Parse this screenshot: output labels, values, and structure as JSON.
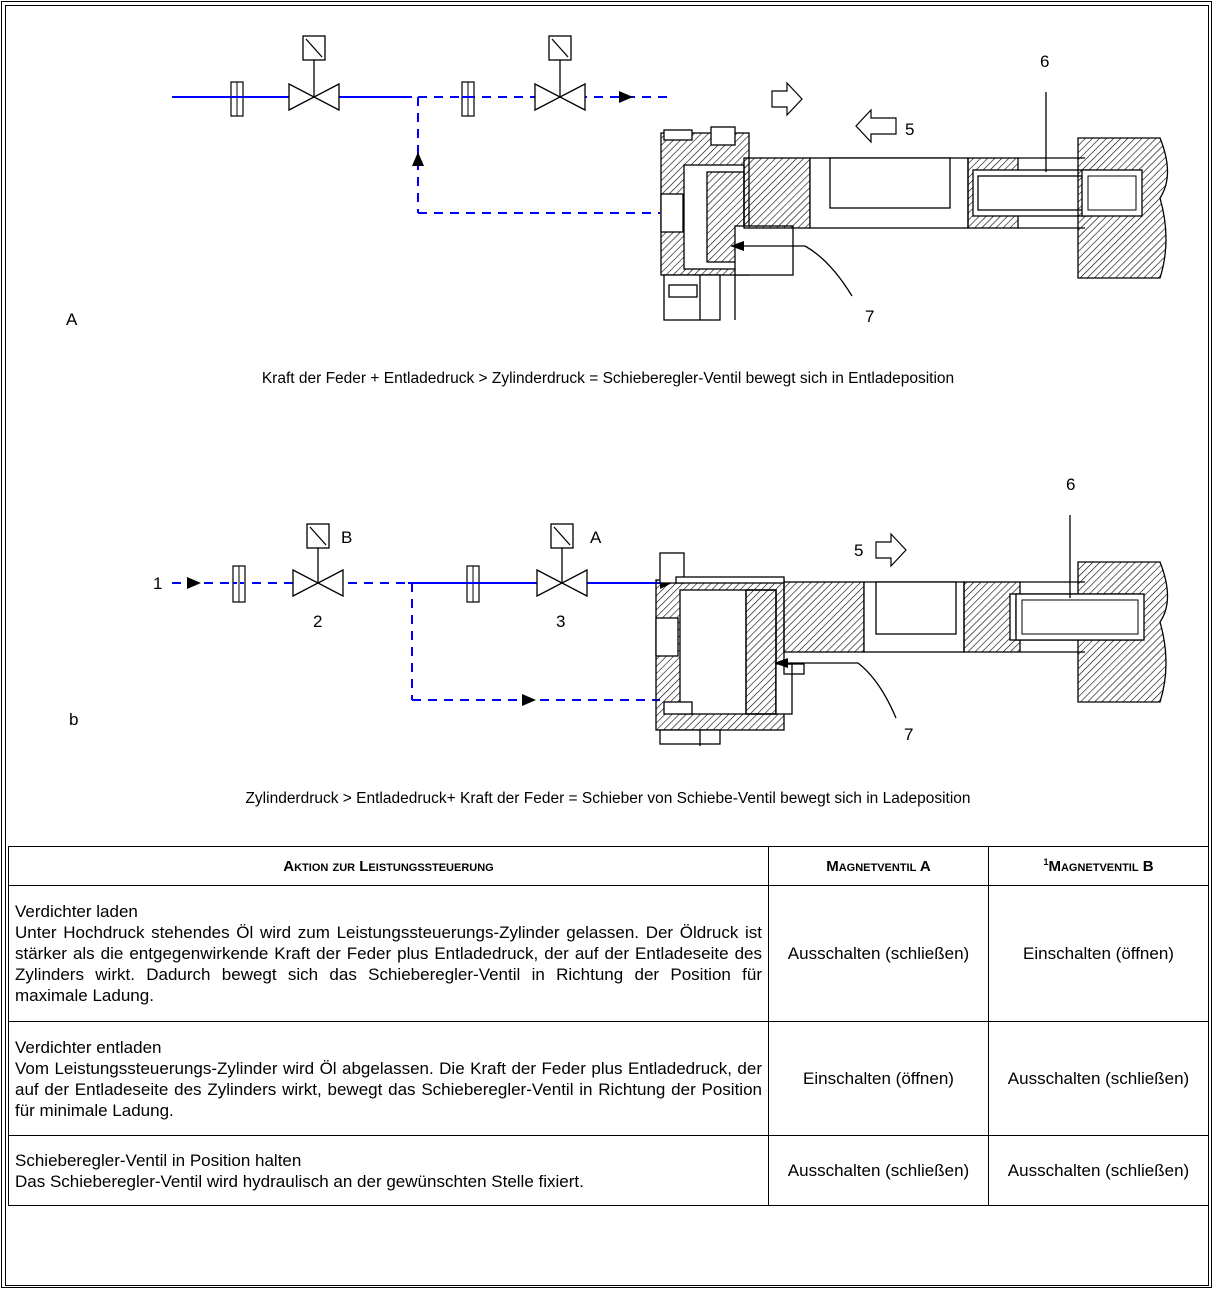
{
  "diagram_a": {
    "label": "A",
    "numbers": {
      "n5": "5",
      "n6": "6",
      "n7": "7"
    },
    "caption": "Kraft der Feder + Entladedruck > Zylinderdruck = Schieberegler-Ventil bewegt sich in Entladeposition"
  },
  "diagram_b": {
    "label": "b",
    "numbers": {
      "n1": "1",
      "n2": "2",
      "n3": "3",
      "n5": "5",
      "n6": "6",
      "n7": "7"
    },
    "valve_b": "B",
    "valve_a": "A",
    "caption": "Zylinderdruck > Entladedruck+ Kraft der Feder = Schieber von Schiebe-Ventil bewegt sich in Ladeposition"
  },
  "colors": {
    "line": "#0000ff",
    "stroke": "#000000"
  },
  "table": {
    "headers": {
      "action": "Aktion zur Leistungssteuerung",
      "valve_a": "Magnetventil A",
      "valve_b_sup": "1",
      "valve_b": "Magnetventil B"
    },
    "rows": [
      {
        "title": "Verdichter laden",
        "body": "Unter Hochdruck stehendes Öl wird zum Leistungssteuerungs-Zylinder gelassen. Der Öldruck ist stärker als die entgegenwirkende Kraft der Feder plus Entladedruck, der auf der Entladeseite des Zylinders wirkt. Dadurch bewegt sich das Schieberegler-Ventil in Richtung der Position für maximale Ladung.",
        "valve_a": "Ausschalten (schließen)",
        "valve_b": "Einschalten (öffnen)"
      },
      {
        "title": "Verdichter entladen",
        "body": "Vom Leistungssteuerungs-Zylinder wird Öl abgelassen. Die Kraft der Feder plus Entladedruck, der auf der Entladeseite des Zylinders wirkt, bewegt das Schieberegler-Ventil in Richtung der Position für minimale Ladung.",
        "valve_a": "Einschalten (öffnen)",
        "valve_b": "Ausschalten (schließen)"
      },
      {
        "title": "Schieberegler-Ventil in Position halten",
        "body": "Das Schieberegler-Ventil wird hydraulisch an der gewünschten Stelle fixiert.",
        "valve_a": "Ausschalten (schließen)",
        "valve_b": "Ausschalten (schließen)"
      }
    ]
  }
}
